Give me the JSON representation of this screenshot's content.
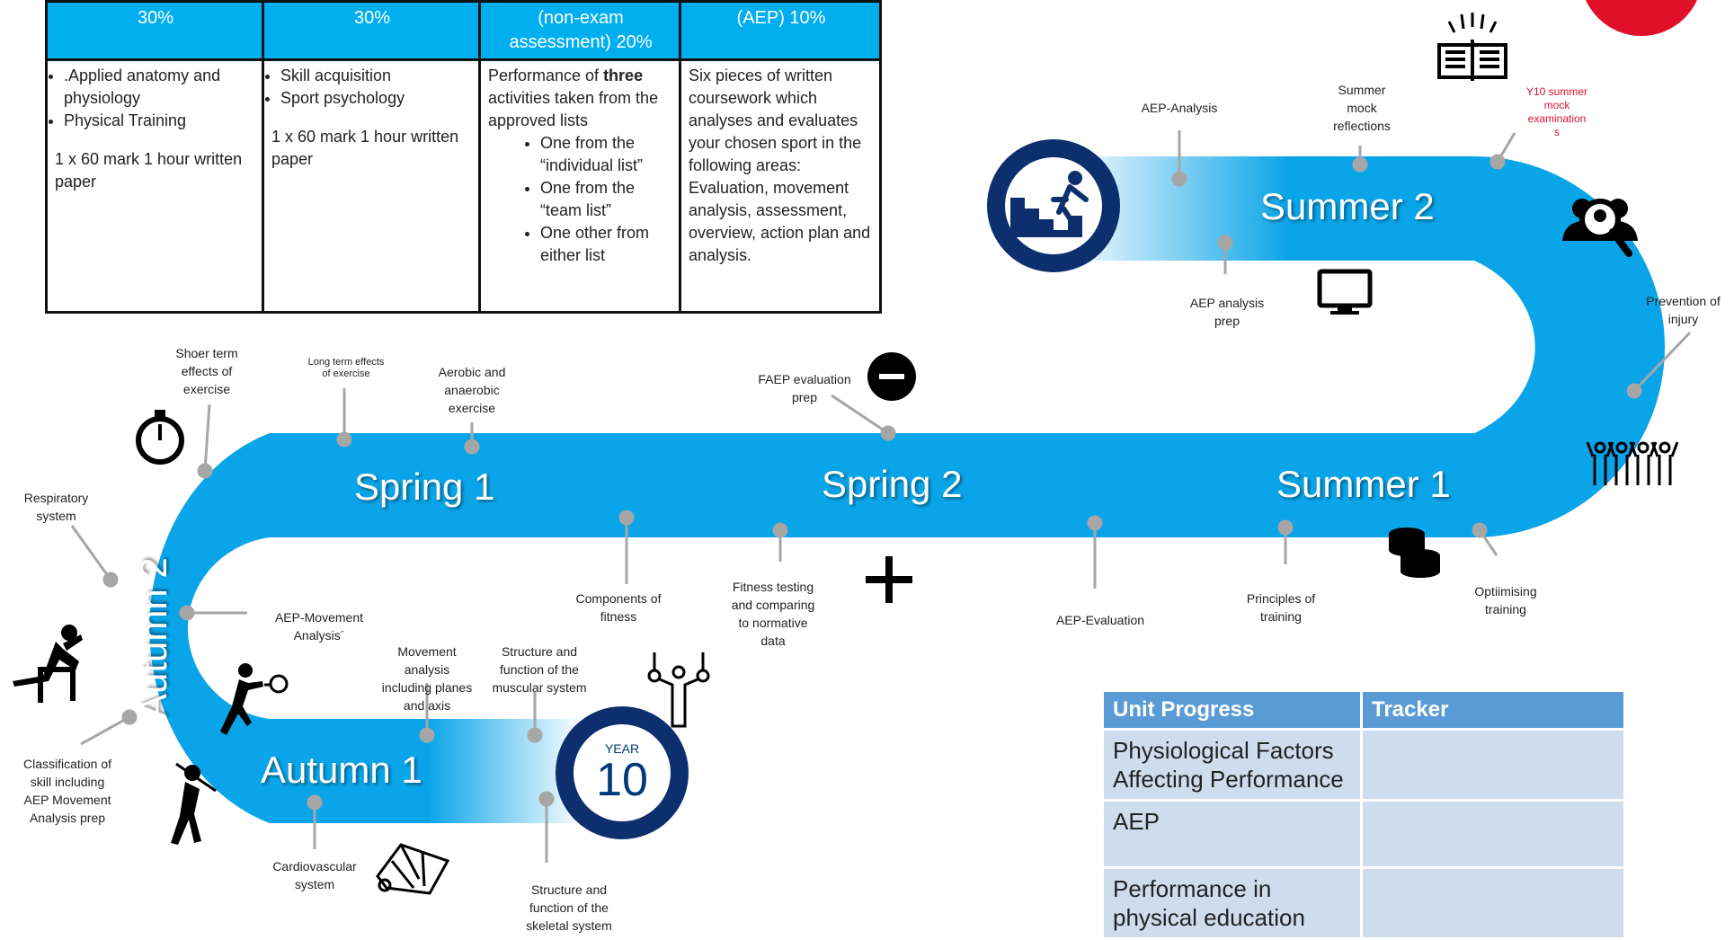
{
  "course_table": {
    "headers": [
      "30%",
      "30%",
      "(non-exam\nassessment) 20%",
      "(AEP) 10%"
    ],
    "col1": {
      "items": [
        ".Applied anatomy and physiology",
        "Physical Training"
      ],
      "note": "1 x 60 mark 1 hour written paper"
    },
    "col2": {
      "items": [
        "Skill acquisition",
        "Sport psychology"
      ],
      "note": "1 x 60 mark 1 hour written paper"
    },
    "col3": {
      "intro_pre": "Performance of ",
      "intro_bold": "three",
      "intro_post": " activities taken from the approved lists",
      "items": [
        "One from the “individual list”",
        "One from the “team list”",
        "One other from either list"
      ]
    },
    "col4": {
      "text": "Six pieces of written coursework which analyses and evaluates your chosen sport in the following areas: Evaluation, movement analysis, assessment, overview, action plan and analysis."
    }
  },
  "terms": {
    "autumn1": "Autumn 1",
    "autumn2": "Autumn 2",
    "spring1": "Spring 1",
    "spring2": "Spring 2",
    "summer1": "Summer 1",
    "summer2": "Summer 2"
  },
  "year_badge": {
    "label": "YEAR",
    "number": "10"
  },
  "milestones": {
    "cardiovascular": "Cardiovascular\nsystem",
    "movement_analysis": "Movement\nanalysis\nincluding planes\nand axis",
    "muscular": "Structure and\nfunction of the\nmuscular system",
    "skeletal": "Structure and\nfunction of the\nskeletal system",
    "classification": "Classification of\nskill including\nAEP Movement\nAnalysis prep",
    "aep_movement": "AEP-Movement\nAnalysis´",
    "respiratory": "Respiratory\nsystem",
    "shorter_term": "Shoer term\neffects of\nexercise",
    "long_term": "Long term effects\nof exercise",
    "aerobic": "Aerobic and\nanaerobic\nexercise",
    "components": "Components of\nfitness",
    "fitness_testing": "Fitness testing\nand comparing\nto normative\ndata",
    "faep": "FAEP evaluation\nprep",
    "aep_evaluation": "AEP-Evaluation",
    "principles": "Principles of\ntraining",
    "optimising": "Optiimising\ntraining",
    "prevention": "Prevention of\ninjury",
    "mock_exams": "Y10 summer\nmock\nexamination\ns",
    "mock_reflections": "Summer\nmock\nreflections",
    "aep_analysis": "AEP-Analysis",
    "aep_analysis_prep": "AEP analysis\nprep"
  },
  "tracker": {
    "headers": [
      "Unit Progress",
      "Tracker"
    ],
    "rows": [
      "Physiological Factors\nAffecting Performance",
      "AEP",
      "Performance in\nphysical education"
    ]
  },
  "colors": {
    "road": "#0aa4e8",
    "navy": "#0d2f6e",
    "pin": "#a6a6a6",
    "accent_red": "#e0102a",
    "tracker_header": "#5b9bd5",
    "tracker_cell": "#cfdcee"
  },
  "icons": [
    "stopwatch-icon",
    "hurdler-icon",
    "tennis-player-icon",
    "golfer-icon",
    "shuttlecock-icon",
    "gymnast-rings-icon",
    "minus-circle-icon",
    "plus-icon",
    "monitor-icon",
    "coins-icon",
    "team-icon",
    "search-people-icon",
    "open-book-icon",
    "stairs-climber-icon"
  ]
}
